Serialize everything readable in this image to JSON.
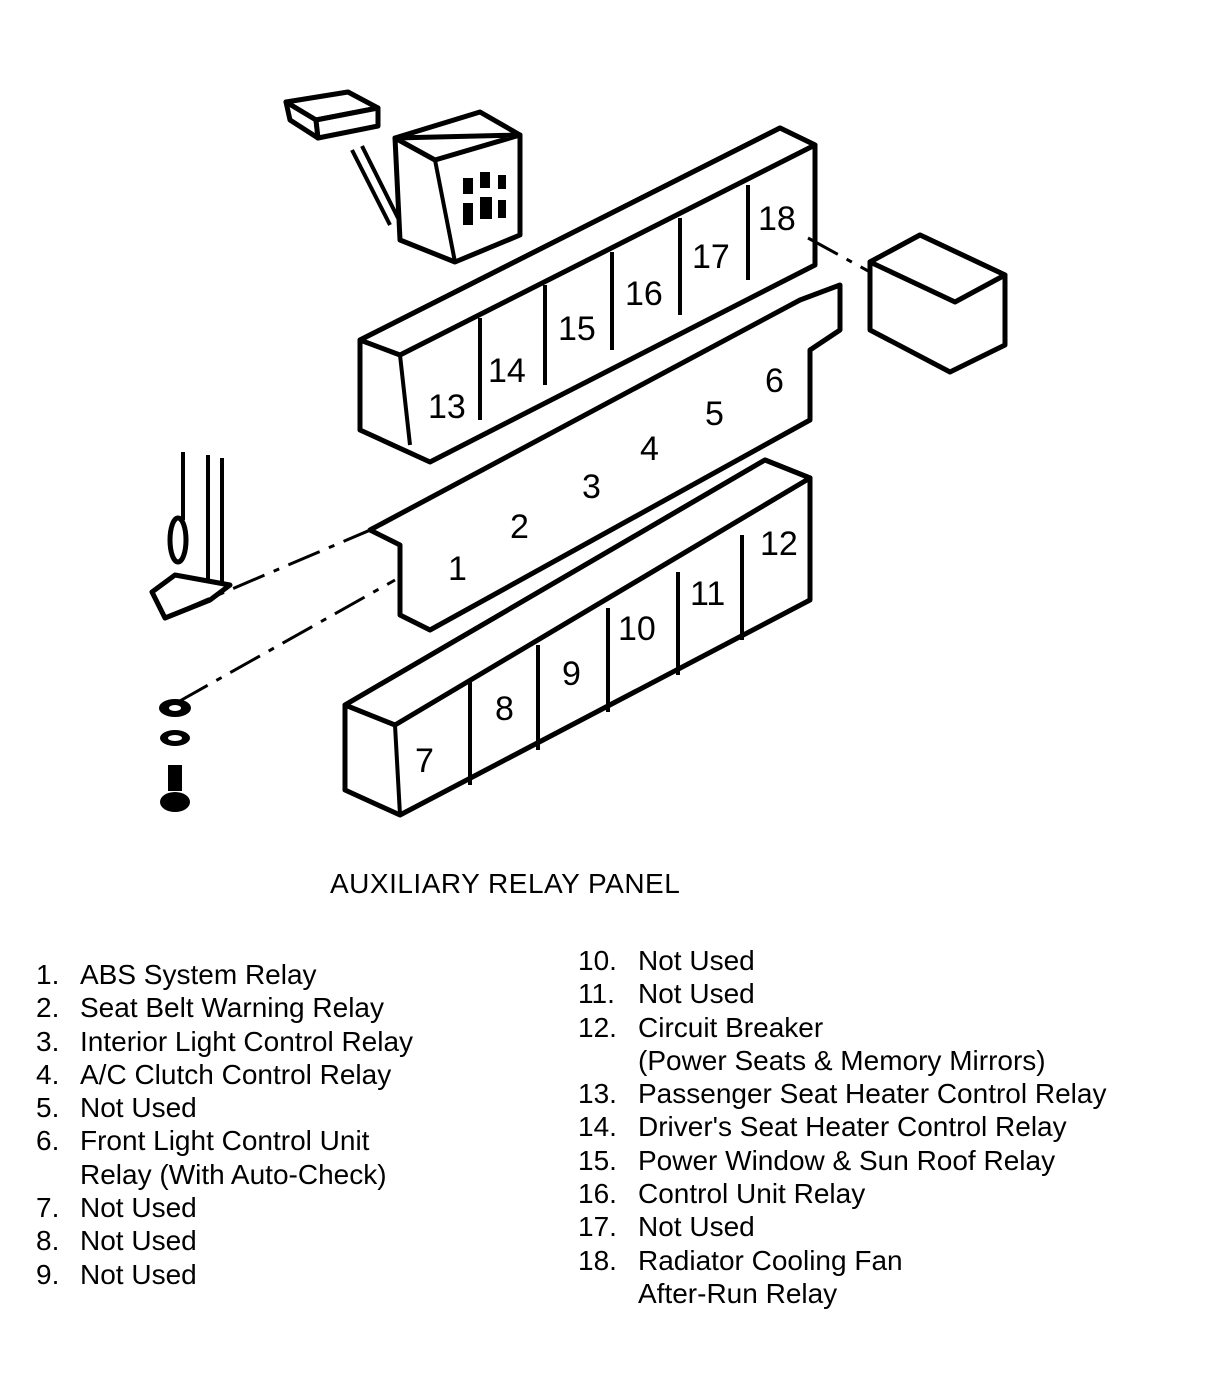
{
  "diagram": {
    "title": "AUXILIARY RELAY PANEL",
    "slot_numbers": [
      "1",
      "2",
      "3",
      "4",
      "5",
      "6",
      "7",
      "8",
      "9",
      "10",
      "11",
      "12",
      "13",
      "14",
      "15",
      "16",
      "17",
      "18"
    ]
  },
  "legend_left": [
    {
      "num": "1.",
      "lines": [
        "ABS System Relay"
      ]
    },
    {
      "num": "2.",
      "lines": [
        "Seat Belt Warning Relay"
      ]
    },
    {
      "num": "3.",
      "lines": [
        "Interior Light Control Relay"
      ]
    },
    {
      "num": "4.",
      "lines": [
        "A/C Clutch Control Relay"
      ]
    },
    {
      "num": "5.",
      "lines": [
        "Not Used"
      ]
    },
    {
      "num": "6.",
      "lines": [
        "Front Light Control Unit",
        "Relay (With Auto-Check)"
      ]
    },
    {
      "num": "7.",
      "lines": [
        "Not Used"
      ]
    },
    {
      "num": "8.",
      "lines": [
        "Not Used"
      ]
    },
    {
      "num": "9.",
      "lines": [
        "Not Used"
      ]
    }
  ],
  "legend_right": [
    {
      "num": "10.",
      "lines": [
        "Not Used"
      ]
    },
    {
      "num": "11.",
      "lines": [
        "Not Used"
      ]
    },
    {
      "num": "12.",
      "lines": [
        "Circuit Breaker",
        "(Power Seats & Memory Mirrors)"
      ]
    },
    {
      "num": "13.",
      "lines": [
        "Passenger Seat Heater Control Relay"
      ]
    },
    {
      "num": "14.",
      "lines": [
        "Driver's Seat Heater Control Relay"
      ]
    },
    {
      "num": "15.",
      "lines": [
        "Power Window & Sun Roof Relay"
      ]
    },
    {
      "num": "16.",
      "lines": [
        "Control Unit Relay"
      ]
    },
    {
      "num": "17.",
      "lines": [
        "Not Used"
      ]
    },
    {
      "num": "18.",
      "lines": [
        "Radiator Cooling Fan",
        "After-Run Relay"
      ]
    }
  ]
}
